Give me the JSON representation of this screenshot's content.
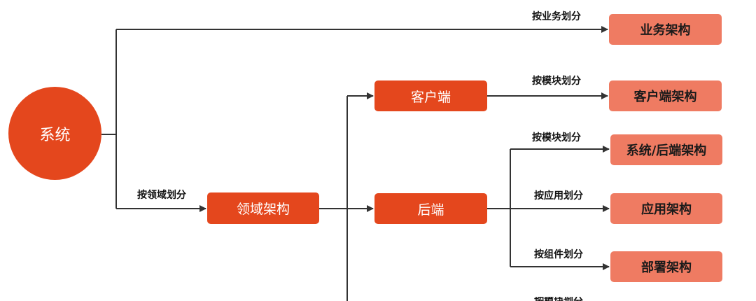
{
  "colors": {
    "primary": "#e4471d",
    "leaf": "#ef7b62",
    "line": "#333333"
  },
  "nodes": {
    "system": "系统",
    "domain_arch": "领域架构",
    "client": "客户端",
    "backend": "后端",
    "business_arch": "业务架构",
    "client_arch": "客户端架构",
    "system_backend_arch": "系统/后端架构",
    "application_arch": "应用架构",
    "deployment_arch": "部署架构"
  },
  "edges": {
    "by_business": "按业务划分",
    "by_domain": "按领域划分",
    "by_module_client": "按模块划分",
    "by_module_backend": "按模块划分",
    "by_application": "按应用划分",
    "by_component": "按组件划分",
    "partially_visible": "按模块划分"
  }
}
